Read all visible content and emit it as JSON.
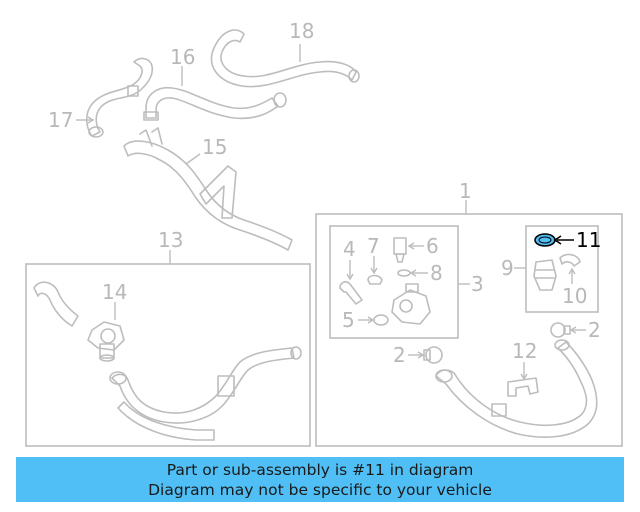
{
  "diagram": {
    "callouts": {
      "c1": "1",
      "c2a": "2",
      "c2b": "2",
      "c3": "3",
      "c4": "4",
      "c5": "5",
      "c6": "6",
      "c7": "7",
      "c8": "8",
      "c9": "9",
      "c10": "10",
      "c11": "11",
      "c12": "12",
      "c13": "13",
      "c14": "14",
      "c15": "15",
      "c16": "16",
      "c17": "17",
      "c18": "18"
    },
    "highlighted_part": "11",
    "highlight_color": "#4fbff5"
  },
  "banner": {
    "line1": "Part or sub-assembly is #11 in diagram",
    "line2": "Diagram may not be specific to your vehicle",
    "background": "#4fbff5"
  }
}
